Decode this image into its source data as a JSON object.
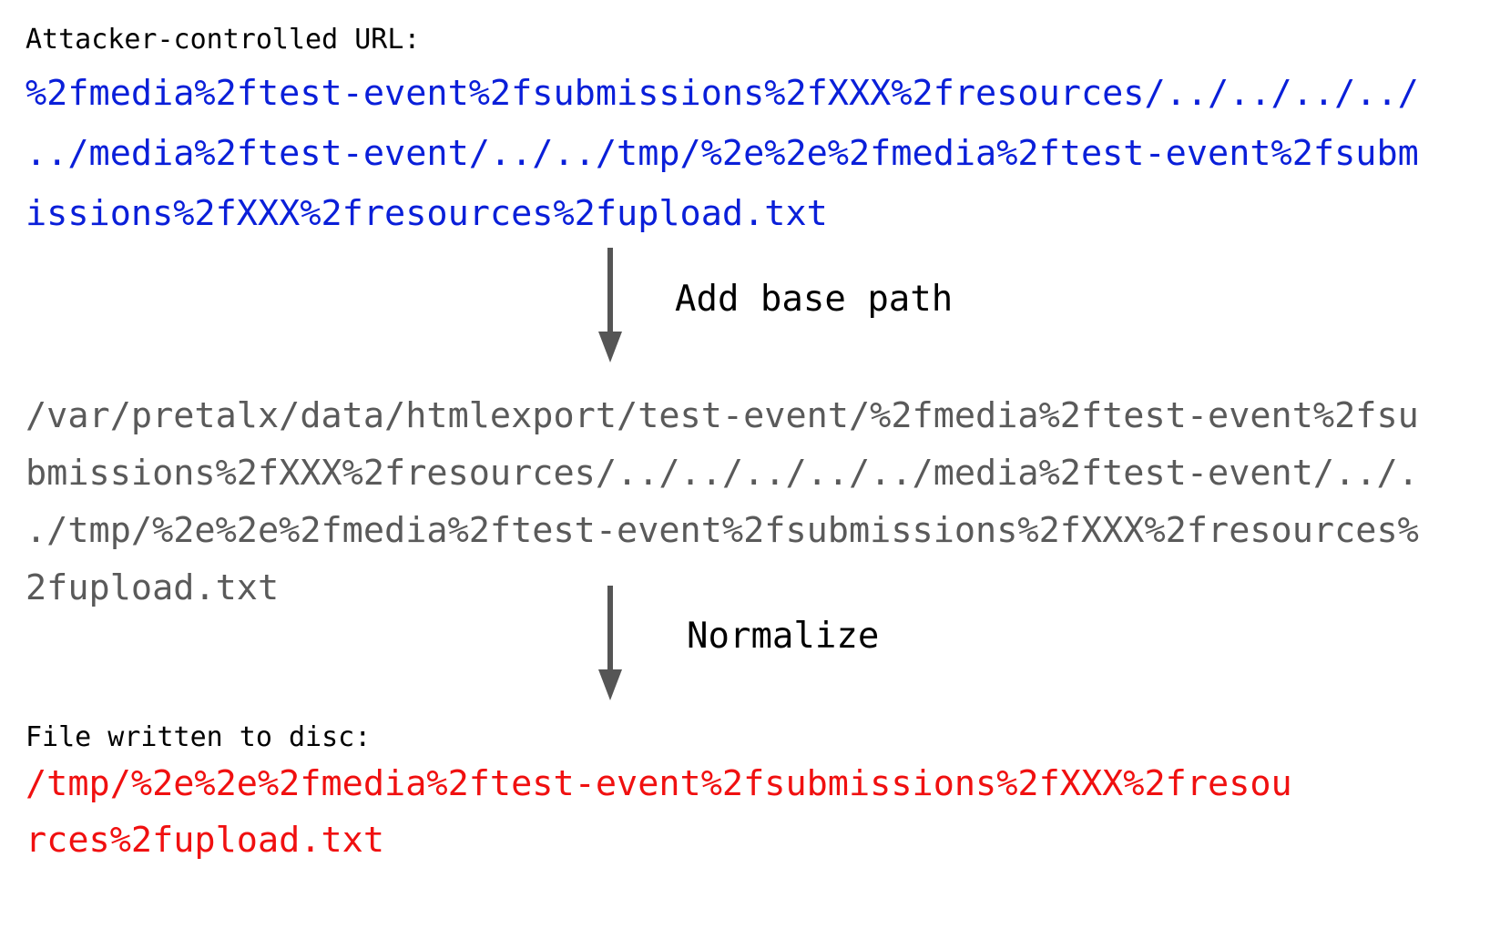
{
  "input": {
    "label": "Attacker-controlled URL:",
    "lines": [
      "%2fmedia%2ftest-event%2fsubmissions%2fXXX%2fresources/../../../../",
      "../media%2ftest-event/../../tmp/%2e%2e%2fmedia%2ftest-event%2fsubm",
      "issions%2fXXX%2fresources%2fupload.txt"
    ],
    "color": "#0a1fd9"
  },
  "steps": [
    {
      "label": "Add base path"
    },
    {
      "label": "Normalize"
    }
  ],
  "intermediate": {
    "lines": [
      "/var/pretalx/data/htmlexport/test-event/%2fmedia%2ftest-event%2fsu",
      "bmissions%2fXXX%2fresources/../../../../../media%2ftest-event/../.",
      "./tmp/%2e%2e%2fmedia%2ftest-event%2fsubmissions%2fXXX%2fresources%",
      "2fupload.txt"
    ],
    "color": "#5a5a5a"
  },
  "output": {
    "label": "File written to disc:",
    "lines": [
      "/tmp/%2e%2e%2fmedia%2ftest-event%2fsubmissions%2fXXX%2fresou",
      "rces%2fupload.txt"
    ],
    "color": "#f01010"
  },
  "arrow_color": "#555555"
}
